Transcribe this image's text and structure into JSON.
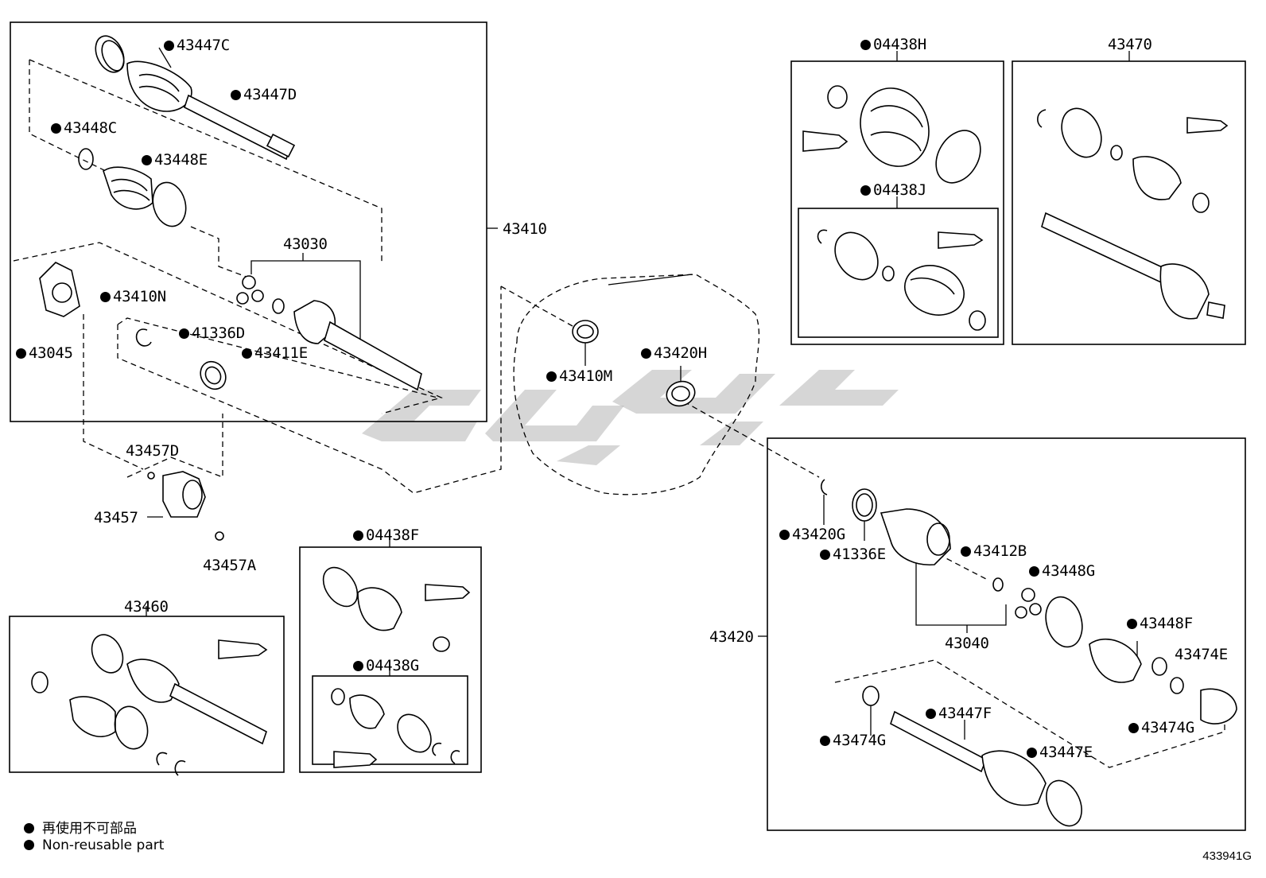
{
  "labels": {
    "p43447C": "43447C",
    "p43447D": "43447D",
    "p43448C": "43448C",
    "p43448E": "43448E",
    "p43030": "43030",
    "p43410": "43410",
    "p43045": "43045",
    "p43410N": "43410N",
    "p41336D": "41336D",
    "p43411E": "43411E",
    "p43410M": "43410M",
    "p43420H": "43420H",
    "p43457D": "43457D",
    "p43457": "43457",
    "p43457A": "43457A",
    "p43460": "43460",
    "p04438F": "04438F",
    "p04438G": "04438G",
    "p04438H": "04438H",
    "p04438J": "04438J",
    "p43470": "43470",
    "p43420": "43420",
    "p43420G": "43420G",
    "p41336E": "41336E",
    "p43412B": "43412B",
    "p43448G": "43448G",
    "p43040": "43040",
    "p43448F": "43448F",
    "p43474E": "43474E",
    "p43474G_left": "43474G",
    "p43474G_right": "43474G",
    "p43447F": "43447F",
    "p43447E": "43447E"
  },
  "legend": {
    "jp": "再使用不可部品",
    "en": "Non-reusable part"
  },
  "figure_number": "433941G",
  "icons": {
    "bullet": "filled-circle-icon"
  }
}
